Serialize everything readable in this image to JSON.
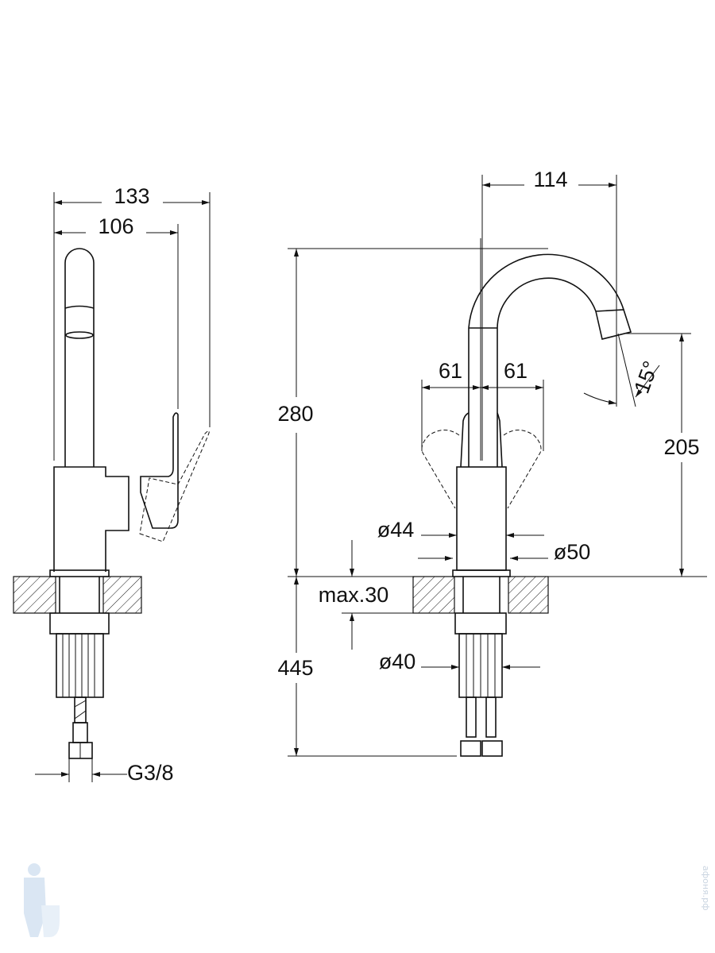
{
  "side_view": {
    "width_overall": "133",
    "width_spout": "106",
    "connection_thread": "G3/8"
  },
  "front_view": {
    "height_overall": "280",
    "spout_reach": "114",
    "lever_swing_left": "61",
    "lever_swing_right": "61",
    "spout_angle": "15°",
    "spout_outlet_height": "205",
    "body_diameter_top": "ø44",
    "body_diameter_base": "ø50",
    "max_countertop_thickness": "max.30",
    "below_counter_length": "445",
    "shank_diameter": "ø40"
  },
  "watermark": {
    "text": "афоня.рф"
  },
  "colors": {
    "line": "#111111",
    "watermark": "#c9d4e0"
  }
}
